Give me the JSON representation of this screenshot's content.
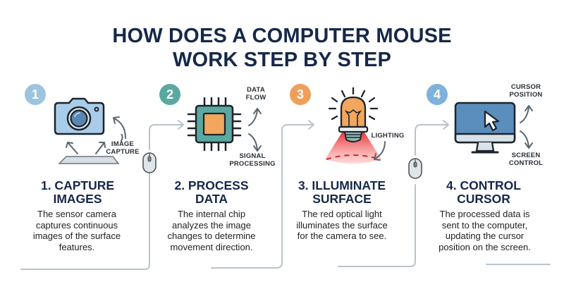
{
  "title": {
    "line1": "HOW DOES A COMPUTER MOUSE",
    "line2": "WORK STEP BY STEP"
  },
  "colors": {
    "title": "#16284a",
    "step1_badge": "#9cc4de",
    "step2_badge": "#5aa9a0",
    "step3_badge": "#eea05a",
    "step4_badge": "#7fb1da",
    "connector": "#b8c4cc",
    "camera_body": "#a9cde8",
    "chip_body": "#5aa9a0",
    "chip_core": "#f2a65e",
    "bulb_glass": "#f2a65e",
    "light_beam": "#f05050",
    "monitor_screen": "#5b8dbd"
  },
  "steps": [
    {
      "number": "1",
      "title_line1": "1. CAPTURE",
      "title_line2": "IMAGES",
      "description": [
        "The sensor camera",
        "captures continuous",
        "images of the surface",
        "features."
      ],
      "icon": "camera-icon",
      "callouts": [
        "IMAGE",
        "CAPTURE"
      ]
    },
    {
      "number": "2",
      "title_line1": "2. PROCESS",
      "title_line2": "DATA",
      "description": [
        "The internal chip",
        "analyzes the image",
        "changes to determine",
        "movement direction."
      ],
      "icon": "chip-icon",
      "callouts_top": [
        "DATA",
        "FLOW"
      ],
      "callouts_bottom": [
        "SIGNAL",
        "PROCESSING"
      ]
    },
    {
      "number": "3",
      "title_line1": "3. ILLUMINATE",
      "title_line2": "SURFACE",
      "description": [
        "The red optical light",
        "illuminates the surface",
        "for the camera to see."
      ],
      "icon": "light-bulb-icon",
      "callouts": [
        "LIGHTING"
      ]
    },
    {
      "number": "4",
      "title_line1": "4. CONTROL",
      "title_line2": "CURSOR",
      "description": [
        "The processed data is",
        "sent to the computer,",
        "updating the cursor",
        "position on the screen."
      ],
      "icon": "monitor-cursor-icon",
      "callouts_top": [
        "CURSOR",
        "POSITION"
      ],
      "callouts_bottom": [
        "SCREEN",
        "CONTROL"
      ]
    }
  ]
}
